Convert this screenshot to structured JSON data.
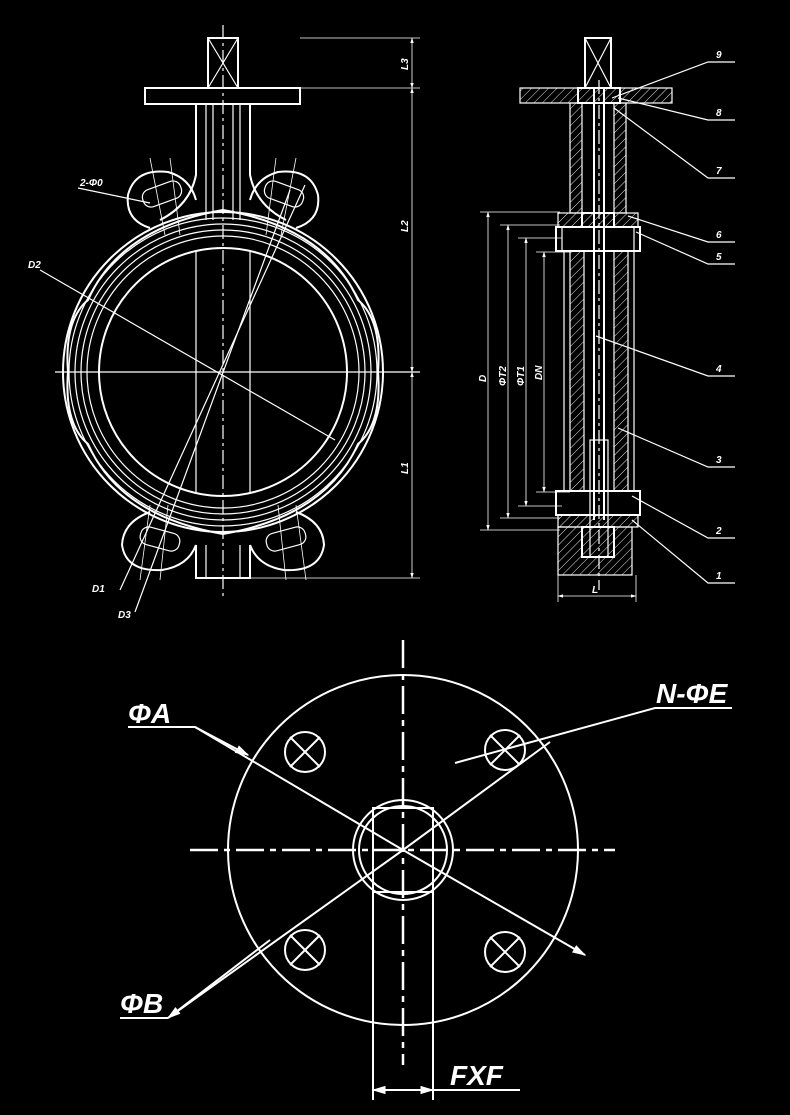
{
  "front_view": {
    "labels": {
      "bolt_holes": "2-Φ0",
      "d2": "D2",
      "d1": "D1",
      "d3": "D3",
      "l1": "L1",
      "l2": "L2",
      "l3": "L3"
    }
  },
  "side_view": {
    "labels": {
      "d": "D",
      "phi_t2": "ΦT2",
      "phi_t1": "ΦT1",
      "dn": "DN",
      "l": "L"
    },
    "callouts": [
      "9",
      "8",
      "7",
      "6",
      "5",
      "4",
      "3",
      "2",
      "1"
    ]
  },
  "top_flange": {
    "labels": {
      "phi_a": "ΦA",
      "phi_b": "ΦB",
      "n_phi_e": "N-ΦE",
      "fxf": "FXF"
    }
  }
}
